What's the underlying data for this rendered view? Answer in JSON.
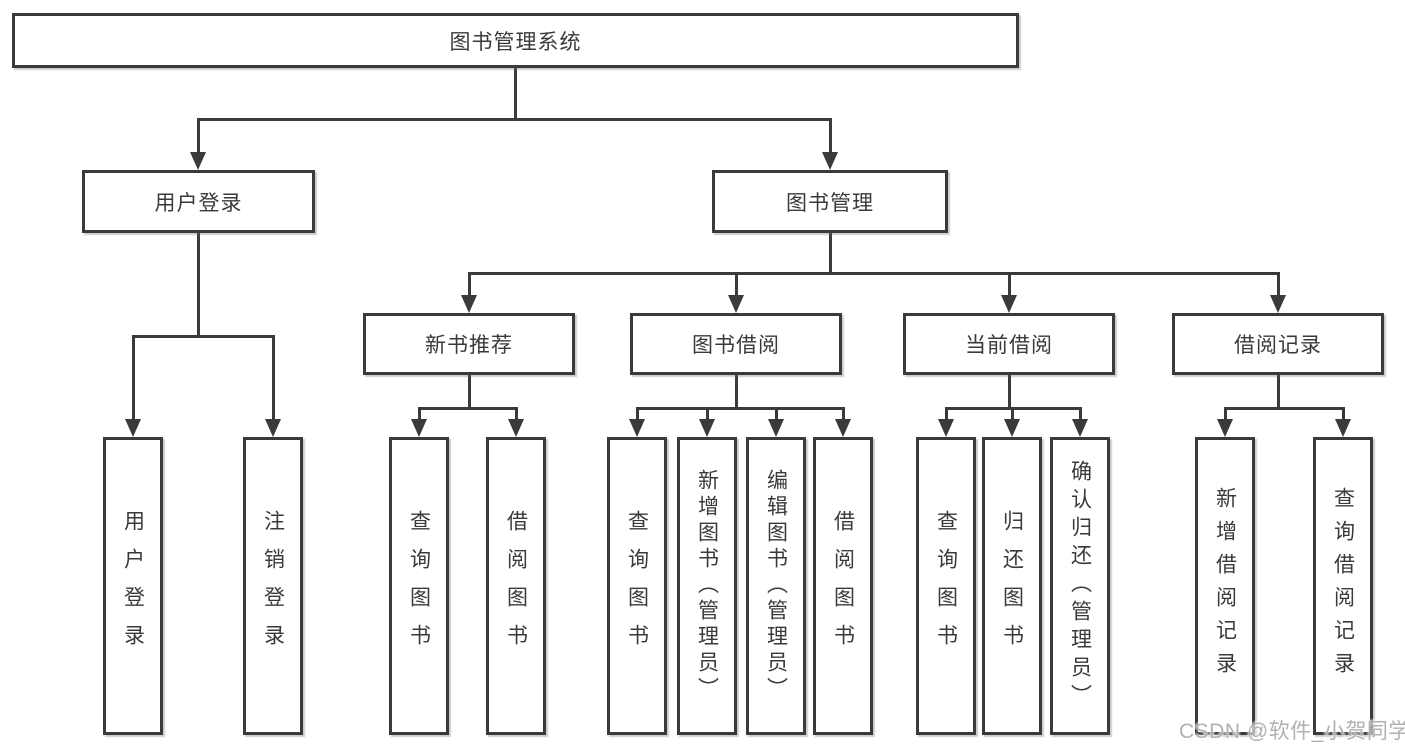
{
  "root": {
    "label": "图书管理系统"
  },
  "level2": [
    "用户登录",
    "图书管理"
  ],
  "level3": [
    "新书推荐",
    "图书借阅",
    "当前借阅",
    "借阅记录"
  ],
  "groups": {
    "login": [
      "用户登录",
      "注销登录"
    ],
    "recommend": [
      "查询图书",
      "借阅图书"
    ],
    "borrow": [
      "查询图书",
      "新增图书（管理员）",
      "编辑图书（管理员）",
      "借阅图书"
    ],
    "current": [
      "查询图书",
      "归还图书",
      "确认归还（管理员）"
    ],
    "records": [
      "新增借阅记录",
      "查询借阅记录"
    ]
  },
  "watermark": "CSDN @软件_小贺同学",
  "colors": {
    "line": "#3a3a3a",
    "text": "#3a3a3a",
    "box_background": "#ffffff",
    "watermark": "#b1b1b1"
  }
}
